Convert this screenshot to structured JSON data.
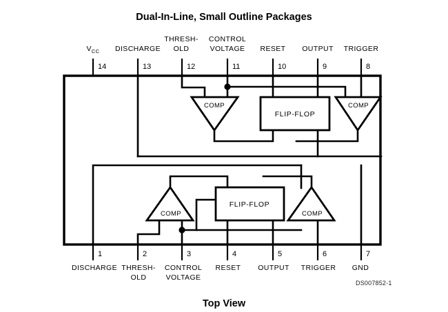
{
  "title": "Dual-In-Line, Small Outline Packages",
  "footer_caption": "Top View",
  "doc_number": "DS007852-1",
  "blocks": {
    "comp_label": "COMP",
    "flipflop_label": "FLIP-FLOP"
  },
  "top_pins": [
    {
      "num": "14",
      "label": "V",
      "sub": "CC",
      "lines": [
        "VCC"
      ]
    },
    {
      "num": "13",
      "label": "DISCHARGE",
      "lines": [
        "DISCHARGE"
      ]
    },
    {
      "num": "12",
      "label": "THRESH-OLD",
      "lines": [
        "THRESH-",
        "OLD"
      ]
    },
    {
      "num": "11",
      "label": "CONTROL VOLTAGE",
      "lines": [
        "CONTROL",
        "VOLTAGE"
      ]
    },
    {
      "num": "10",
      "label": "RESET",
      "lines": [
        "RESET"
      ]
    },
    {
      "num": "9",
      "label": "OUTPUT",
      "lines": [
        "OUTPUT"
      ]
    },
    {
      "num": "8",
      "label": "TRIGGER",
      "lines": [
        "TRIGGER"
      ]
    }
  ],
  "bottom_pins": [
    {
      "num": "1",
      "label": "DISCHARGE",
      "lines": [
        "DISCHARGE"
      ]
    },
    {
      "num": "2",
      "label": "THRESH-OLD",
      "lines": [
        "THRESH-",
        "OLD"
      ]
    },
    {
      "num": "3",
      "label": "CONTROL VOLTAGE",
      "lines": [
        "CONTROL",
        "VOLTAGE"
      ]
    },
    {
      "num": "4",
      "label": "RESET",
      "lines": [
        "RESET"
      ]
    },
    {
      "num": "5",
      "label": "OUTPUT",
      "lines": [
        "OUTPUT"
      ]
    },
    {
      "num": "6",
      "label": "TRIGGER",
      "lines": [
        "TRIGGER"
      ]
    },
    {
      "num": "7",
      "label": "GND",
      "lines": [
        "GND"
      ]
    }
  ],
  "colors": {
    "ink": "#000000",
    "paper": "#ffffff"
  }
}
